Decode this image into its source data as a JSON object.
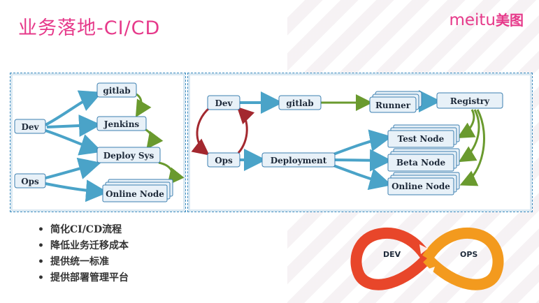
{
  "slide": {
    "title": "业务落地-CI/CD",
    "brand_latin": "meitu",
    "brand_cn": "美图"
  },
  "left_diagram": {
    "nodes": {
      "dev": "Dev",
      "ops": "Ops",
      "gitlab": "gitlab",
      "jenkins": "Jenkins",
      "deploy_sys": "Deploy Sys",
      "online_node": "Online Node"
    }
  },
  "right_diagram": {
    "nodes": {
      "dev": "Dev",
      "ops": "Ops",
      "gitlab": "gitlab",
      "runner": "Runner",
      "registry": "Registry",
      "deployment": "Deployment",
      "test_node": "Test Node",
      "beta_node": "Beta Node",
      "online_node": "Online Node"
    }
  },
  "bullets": [
    "简化CI/CD流程",
    "降低业务迁移成本",
    "提供统一标准",
    "提供部署管理平台"
  ],
  "devops_loop": {
    "dev": "DEV",
    "ops": "OPS"
  },
  "colors": {
    "accent": "#e6398a",
    "blue_arrow": "#4aa3c8",
    "green_arrow": "#6a9a2e",
    "red_arrow": "#a3282f",
    "node_fill": "#e8f1f8",
    "node_stroke": "#3b7fb0",
    "loop_red": "#e8462a",
    "loop_orange": "#f39a1e"
  }
}
